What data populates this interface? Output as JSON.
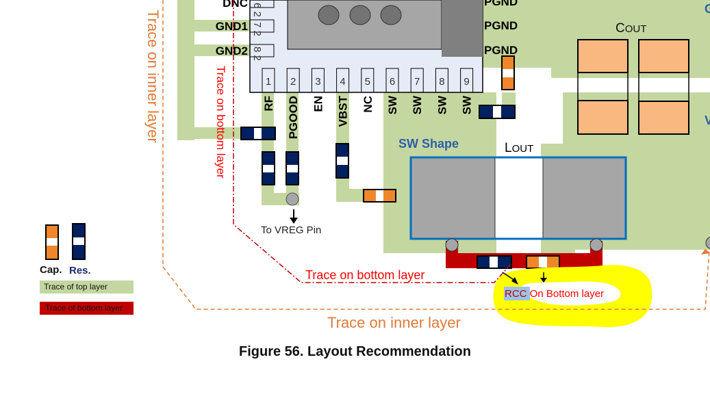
{
  "colors": {
    "top_trace": "#c4d7a0",
    "bottom_trace": "#c00000",
    "capacitor": "#f0862a",
    "capacitor_light": "#f8b880",
    "resistor": "#002060",
    "ic_body": "#e6ecf7",
    "ic_pad": "#a6a6a6",
    "ic_pad_dark": "#808080",
    "inner_trace_dash": "#e07b39",
    "bottom_trace_dash": "#c00000",
    "sw_shape_border": "#0070c0",
    "highlight": "#ffff00",
    "rcc_highlight_bg": "#9dc3e6"
  },
  "ic": {
    "left_pins": [
      {
        "name": "DNC",
        "number": "6 2"
      },
      {
        "name": "GND1",
        "number": "7 2"
      },
      {
        "name": "GND2",
        "number": "8 2"
      }
    ],
    "bottom_pins": [
      {
        "number": "1",
        "name": "RF"
      },
      {
        "number": "2",
        "name": "PGOOD"
      },
      {
        "number": "3",
        "name": "EN"
      },
      {
        "number": "4",
        "name": "VBST"
      },
      {
        "number": "5",
        "name": "NC"
      },
      {
        "number": "6",
        "name": "SW"
      },
      {
        "number": "7",
        "name": "SW"
      },
      {
        "number": "8",
        "name": "SW"
      },
      {
        "number": "9",
        "name": "SW"
      }
    ],
    "right_pins": [
      "PGND",
      "PGND",
      "PGND"
    ]
  },
  "labels": {
    "cout_main": "C",
    "cout_sub": "OUT",
    "lout_main": "L",
    "lout_sub": "OUT",
    "sw_shape": "SW Shape",
    "to_vreg": "To VREG Pin",
    "trace_inner_vertical": "Trace on inner layer",
    "trace_bottom_vertical": "Trace on bottom layer",
    "trace_bottom_horizontal": "Trace on bottom layer",
    "trace_inner_horizontal": "Trace on inner layer",
    "rcc": "RCC",
    "rcc_suffix": " On Bottom layer",
    "right_edge_g": "G",
    "right_edge_v": "V"
  },
  "legend": {
    "cap": "Cap.",
    "res": "Res.",
    "top_layer": "Trace of top layer",
    "bottom_layer": "Trace of bottom layer"
  },
  "caption": "Figure 56.  Layout Recommendation"
}
